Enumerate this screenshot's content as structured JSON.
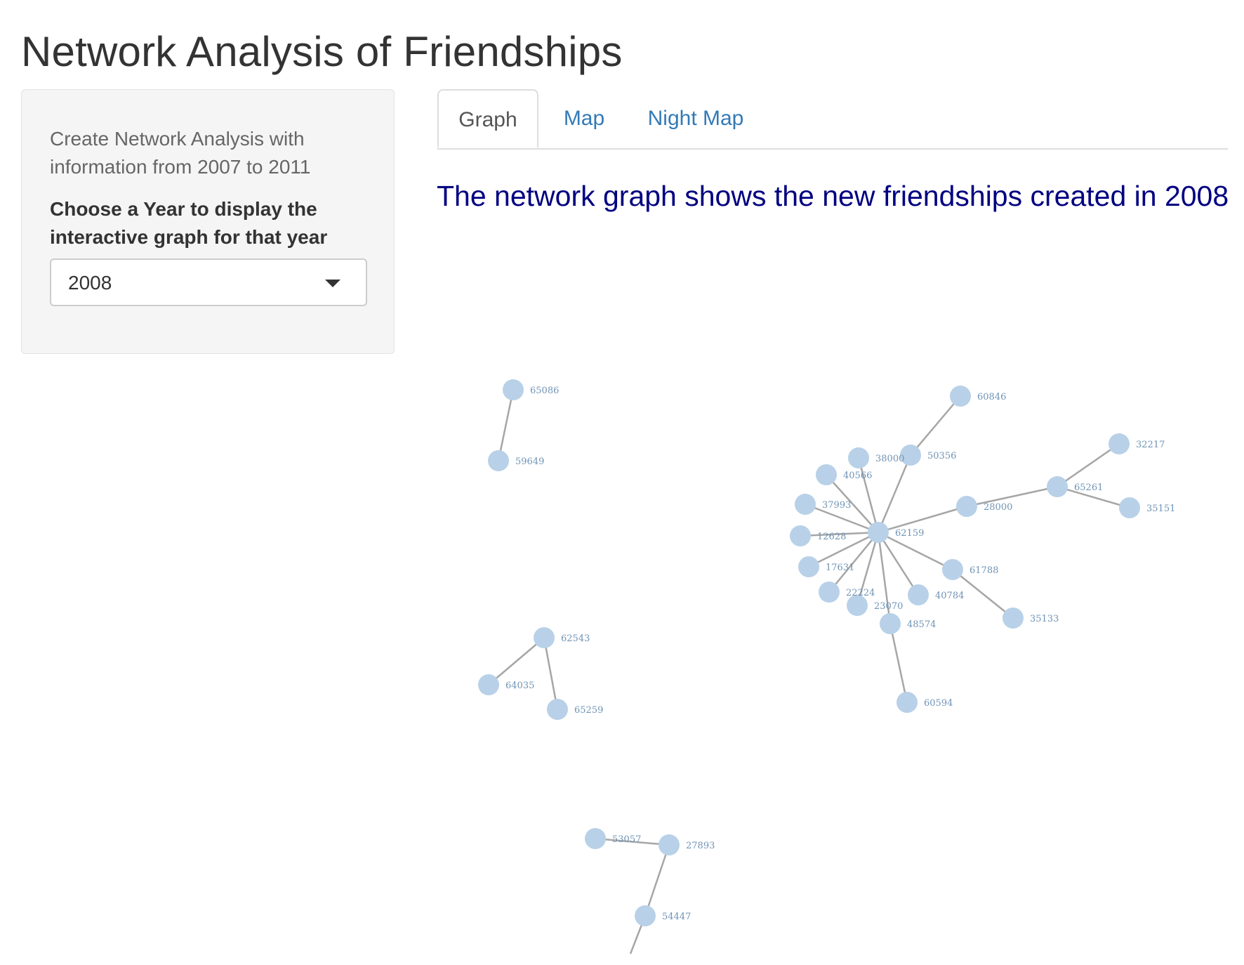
{
  "page": {
    "title": "Network Analysis of Friendships"
  },
  "sidebar": {
    "description": "Create Network Analysis with information from 2007 to 2011",
    "year_label": "Choose a Year to display the interactive graph for that year",
    "year_select": {
      "selected": "2008",
      "icon": "chevron-down-icon"
    }
  },
  "tabs": [
    {
      "label": "Graph",
      "active": true
    },
    {
      "label": "Map",
      "active": false
    },
    {
      "label": "Night Map",
      "active": false
    }
  ],
  "graph": {
    "heading": "The network graph shows the new friendships created in 2008",
    "colors": {
      "node": "#b8d1e8",
      "edge": "#a6a6a6",
      "label": "#6f93b5",
      "heading": "#000080",
      "tab_link": "#337ab7"
    },
    "nodes": [
      "65086",
      "59649",
      "62543",
      "64035",
      "65259",
      "53057",
      "27893",
      "54447",
      "62159",
      "60846",
      "50356",
      "38000",
      "40566",
      "37993",
      "12628",
      "17631",
      "22224",
      "23070",
      "48574",
      "40784",
      "61788",
      "28000",
      "65261",
      "32217",
      "35151",
      "35133",
      "60594"
    ],
    "edges": [
      [
        "65086",
        "59649"
      ],
      [
        "62543",
        "64035"
      ],
      [
        "62543",
        "65259"
      ],
      [
        "53057",
        "27893"
      ],
      [
        "27893",
        "54447"
      ],
      [
        "62159",
        "50356"
      ],
      [
        "50356",
        "60846"
      ],
      [
        "62159",
        "38000"
      ],
      [
        "62159",
        "40566"
      ],
      [
        "62159",
        "37993"
      ],
      [
        "62159",
        "12628"
      ],
      [
        "62159",
        "17631"
      ],
      [
        "62159",
        "22224"
      ],
      [
        "62159",
        "23070"
      ],
      [
        "62159",
        "48574"
      ],
      [
        "48574",
        "60594"
      ],
      [
        "62159",
        "40784"
      ],
      [
        "62159",
        "61788"
      ],
      [
        "61788",
        "35133"
      ],
      [
        "62159",
        "28000"
      ],
      [
        "28000",
        "65261"
      ],
      [
        "65261",
        "32217"
      ],
      [
        "65261",
        "35151"
      ]
    ]
  }
}
